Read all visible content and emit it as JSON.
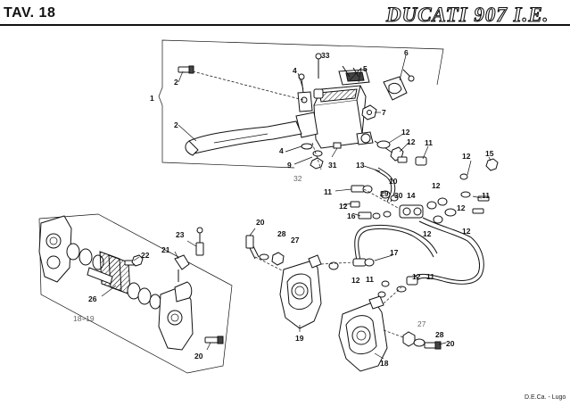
{
  "header": {
    "plate_title": "TAV. 18",
    "brand": "DUCATI 907 I.E."
  },
  "footer": {
    "credit": "D.E.Ca. - Lugo"
  },
  "callouts": {
    "c1": "1",
    "c2a": "2",
    "c2b": "2",
    "c4a": "4",
    "c4b": "4",
    "c5": "5",
    "c6": "6",
    "c7": "7",
    "c9": "9",
    "c10": "10",
    "c11a": "11",
    "c11b": "11",
    "c11c": "11",
    "c11d": "11",
    "c11e": "11",
    "c12a": "12",
    "c12b": "12",
    "c12c": "12",
    "c12d": "12",
    "c12e": "12",
    "c12f": "12",
    "c12g": "12",
    "c12h": "12",
    "c12i": "12",
    "c12j": "12",
    "c13": "13",
    "c14": "14",
    "c15": "15",
    "c16": "16",
    "c17": "17",
    "c18": "18",
    "c18_19": "18÷19",
    "c19": "19",
    "c20a": "20",
    "c20b": "20",
    "c20c": "20",
    "c21": "21",
    "c22": "22",
    "c23": "23",
    "c26": "26",
    "c27a": "27",
    "c27b": "27",
    "c28a": "28",
    "c28b": "28",
    "c29": "29",
    "c30": "30",
    "c31": "31",
    "c32": "32",
    "c33": "33"
  }
}
